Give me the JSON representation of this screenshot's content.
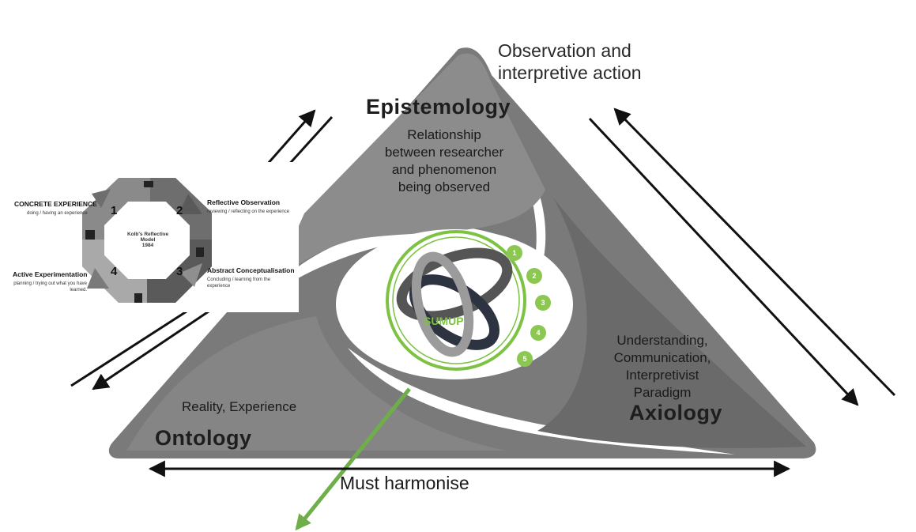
{
  "epistemology": {
    "title": "Epistemology",
    "description_lines": [
      "Relationship",
      "between researcher",
      "and phenomenon",
      "being observed"
    ]
  },
  "ontology": {
    "title": "Ontology",
    "description": "Reality, Experience"
  },
  "axiology": {
    "title": "Axiology",
    "description_lines": [
      "Understanding,",
      "Communication,",
      "Interpretivist",
      "Paradigm"
    ]
  },
  "observation_text": [
    "Observation and",
    "interpretive action"
  ],
  "must_harmonise": "Must harmonise",
  "center": {
    "label": "SUMUP",
    "steps": [
      "1",
      "2",
      "3",
      "4",
      "5"
    ],
    "ring_color": "#7dc242",
    "arrow_color": "#6fae4a"
  },
  "kolb": {
    "center_lines": [
      "Kolb's Reflective",
      "Model",
      "1984"
    ],
    "stages": [
      {
        "num": "1",
        "heading": "CONCRETE EXPERIENCE",
        "sub": [
          "doing / having an experience"
        ]
      },
      {
        "num": "2",
        "heading": "Reflective Observation",
        "sub": [
          "reviewing / reflecting on the experience"
        ]
      },
      {
        "num": "3",
        "heading": "Abstract Conceptualisation",
        "sub": [
          "Concluding / learning from the",
          "experience"
        ]
      },
      {
        "num": "4",
        "heading": "Active Experimentation",
        "sub": [
          "planning / trying out what you have",
          "learned."
        ]
      }
    ]
  }
}
